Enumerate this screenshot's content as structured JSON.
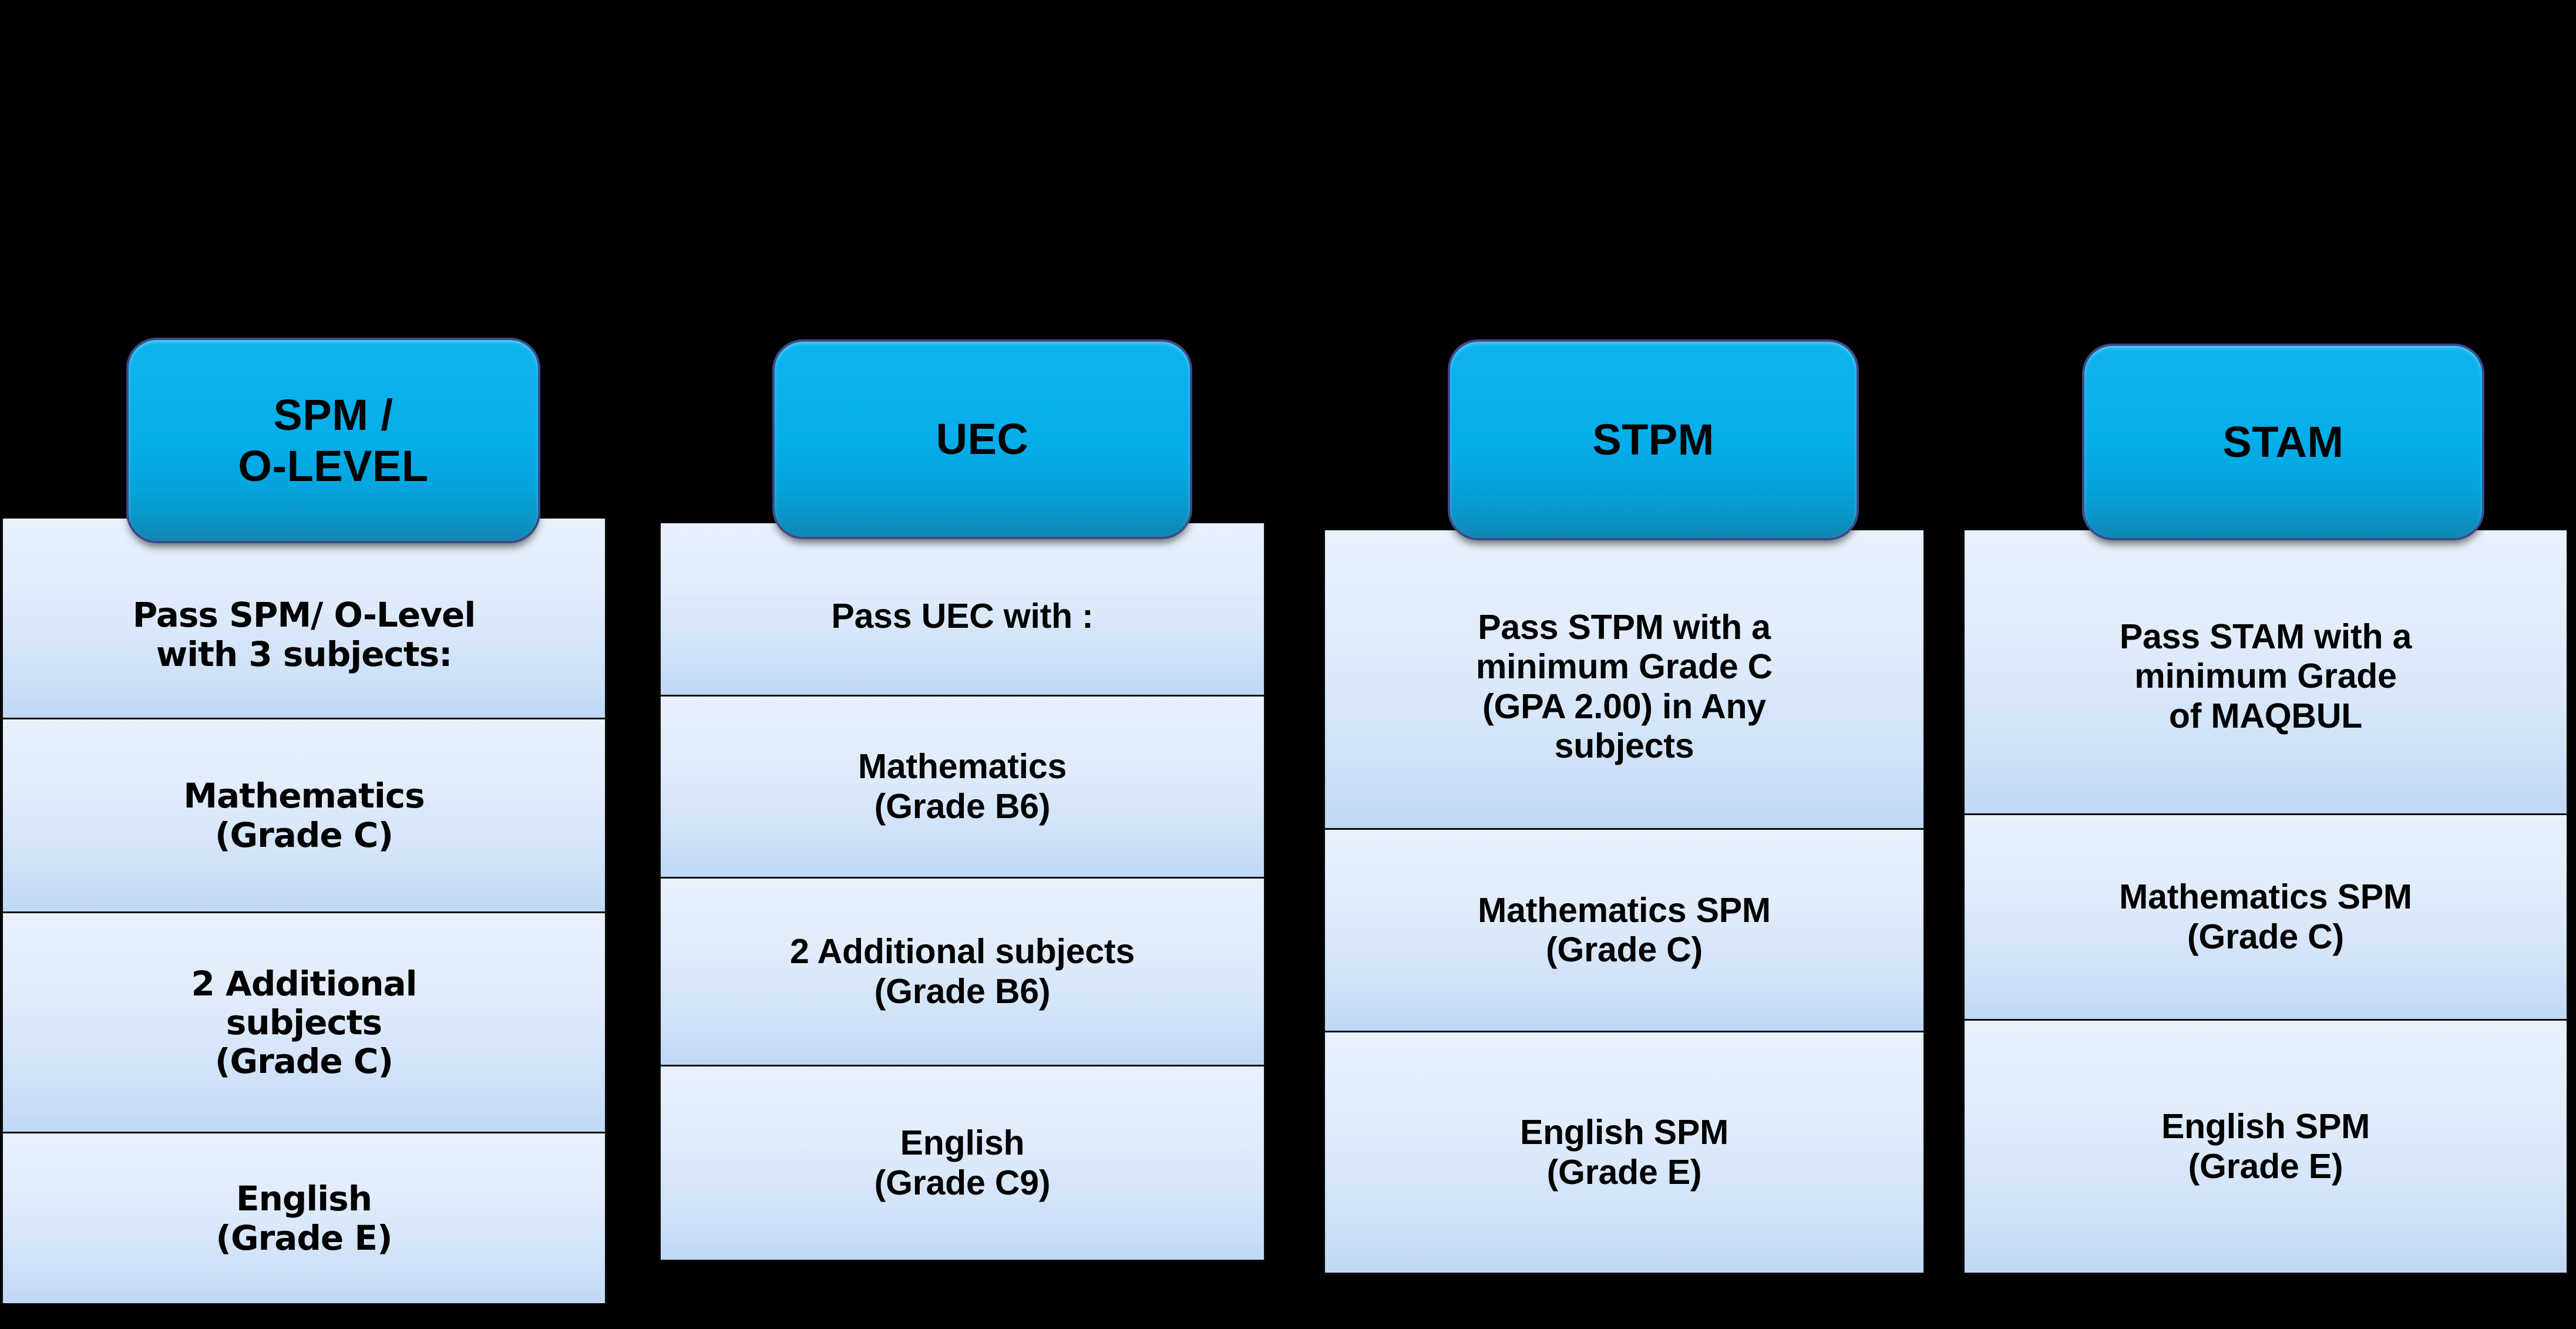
{
  "background_color": "#000000",
  "theme": {
    "tab_fill": "#05ade9",
    "tab_border": "#3c4a8c",
    "table_fill_top": "#e8f1fc",
    "table_fill_bottom": "#bfd8f6",
    "table_border": "#0b0b0b",
    "text_color": "#000000"
  },
  "columns": [
    {
      "id": "spm",
      "tab_label": "SPM /\nO-LEVEL",
      "rows": [
        "Pass SPM/ O-Level\nwith 3 subjects:",
        "Mathematics\n(Grade C)",
        "2 Additional\nsubjects\n(Grade C)",
        "English\n(Grade E)"
      ]
    },
    {
      "id": "uec",
      "tab_label": "UEC",
      "rows": [
        "Pass UEC with :",
        "Mathematics\n(Grade B6)",
        "2 Additional subjects\n(Grade B6)",
        "English\n(Grade C9)"
      ]
    },
    {
      "id": "stpm",
      "tab_label": "STPM",
      "rows": [
        "Pass STPM with a\nminimum Grade C\n(GPA 2.00) in Any\nsubjects",
        "Mathematics SPM\n(Grade C)",
        "English SPM\n(Grade E)"
      ]
    },
    {
      "id": "stam",
      "tab_label": "STAM",
      "rows": [
        "Pass STAM with a\nminimum Grade\nof MAQBUL",
        "Mathematics SPM\n(Grade C)",
        "English SPM\n(Grade E)"
      ]
    }
  ]
}
